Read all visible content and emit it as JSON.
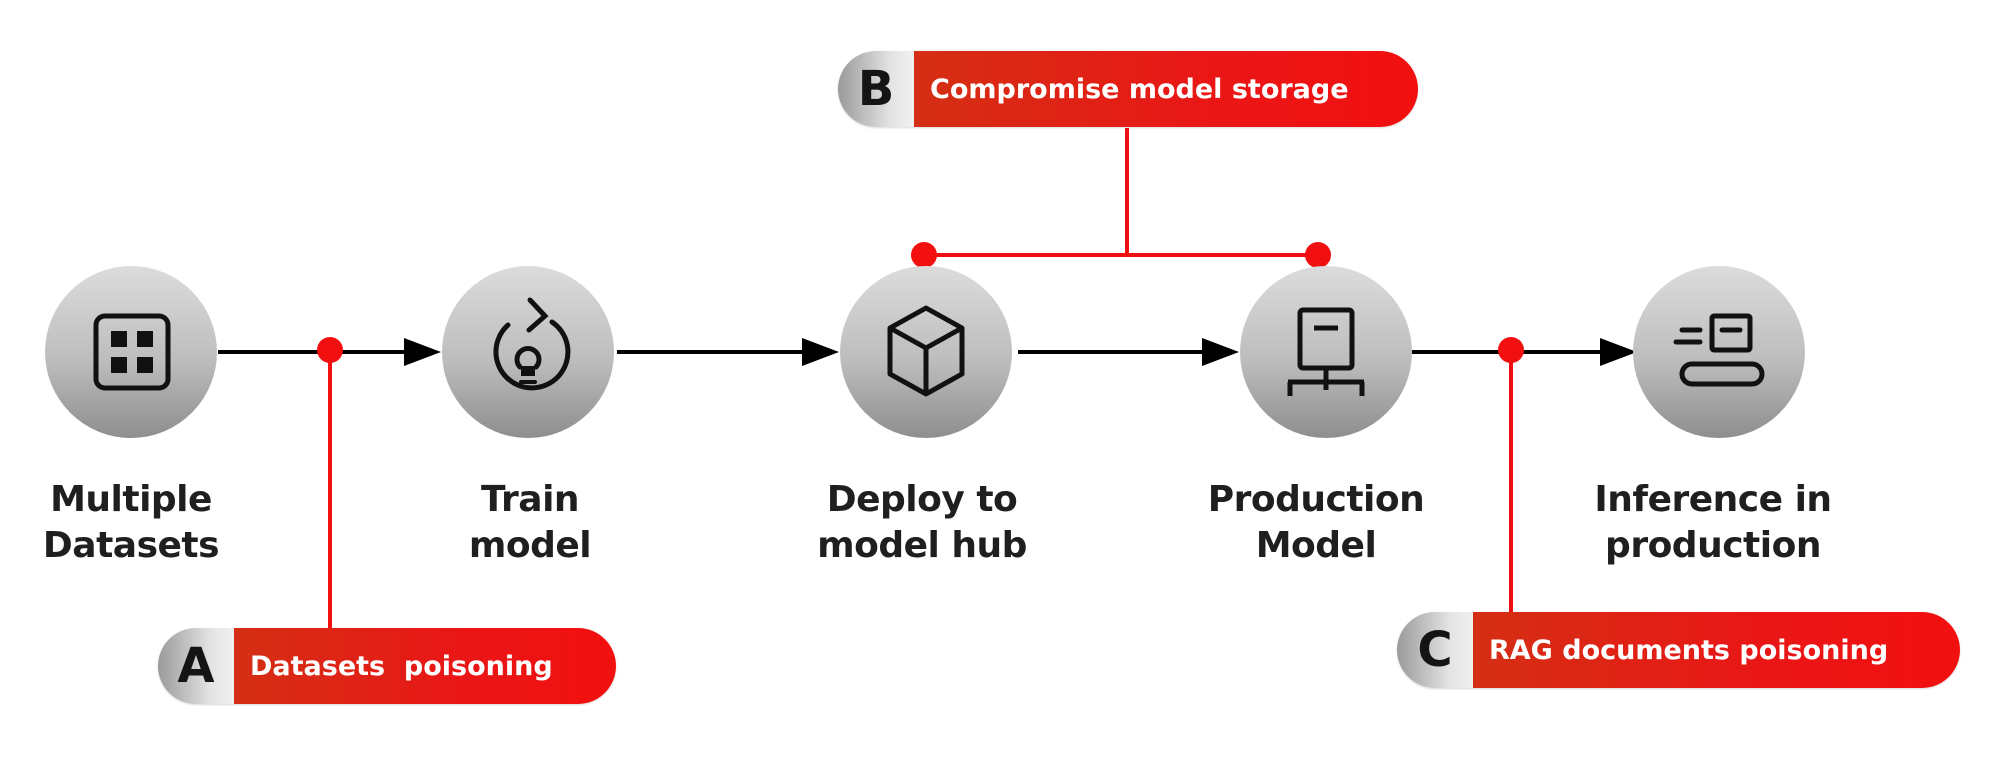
{
  "stages": [
    {
      "id": "datasets",
      "lines": [
        "Multiple",
        "Datasets"
      ],
      "icon": "datasets-grid-icon"
    },
    {
      "id": "train",
      "lines": [
        "Train",
        "model"
      ],
      "icon": "train-refresh-bulb-icon"
    },
    {
      "id": "deploy",
      "lines": [
        "Deploy to",
        "model hub"
      ],
      "icon": "cube-icon"
    },
    {
      "id": "production",
      "lines": [
        "Production",
        "Model"
      ],
      "icon": "server-icon"
    },
    {
      "id": "inference",
      "lines": [
        "Inference in",
        "production"
      ],
      "icon": "conveyor-icon"
    }
  ],
  "attacks": [
    {
      "letter": "A",
      "label": "Datasets  poisoning"
    },
    {
      "letter": "B",
      "label": "Compromise model storage"
    },
    {
      "letter": "C",
      "label": "RAG documents poisoning"
    }
  ],
  "colors": {
    "attack_red": "#f20f0f",
    "flow_arrow": "#000000",
    "node_light": "#d9d9d9",
    "node_dark": "#8e8e8e",
    "text_dark": "#1f1f1f"
  }
}
